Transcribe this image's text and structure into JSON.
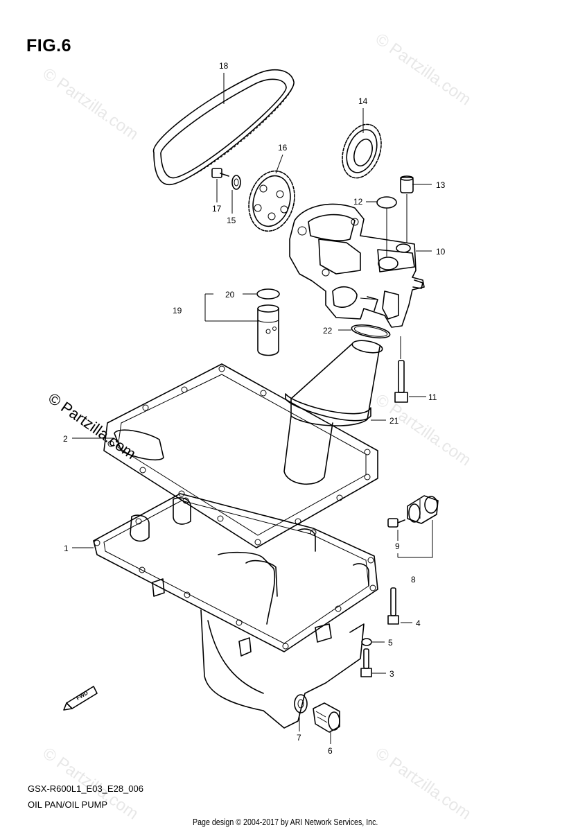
{
  "figure": {
    "title": "FIG.6"
  },
  "footer": {
    "model_code": "GSX-R600L1_E03_E28_006",
    "diagram_title": "OIL PAN/OIL PUMP",
    "credit": "Page design © 2004-2017 by ARI Network Services, Inc."
  },
  "watermark": {
    "text": "© Partzilla.com",
    "color": "#000000"
  },
  "fwd_arrow": {
    "label": "FWD"
  },
  "callouts": [
    "1",
    "2",
    "3",
    "4",
    "5",
    "6",
    "7",
    "8",
    "9",
    "10",
    "11",
    "12",
    "13",
    "14",
    "15",
    "16",
    "17",
    "18",
    "19",
    "20",
    "21",
    "22"
  ]
}
